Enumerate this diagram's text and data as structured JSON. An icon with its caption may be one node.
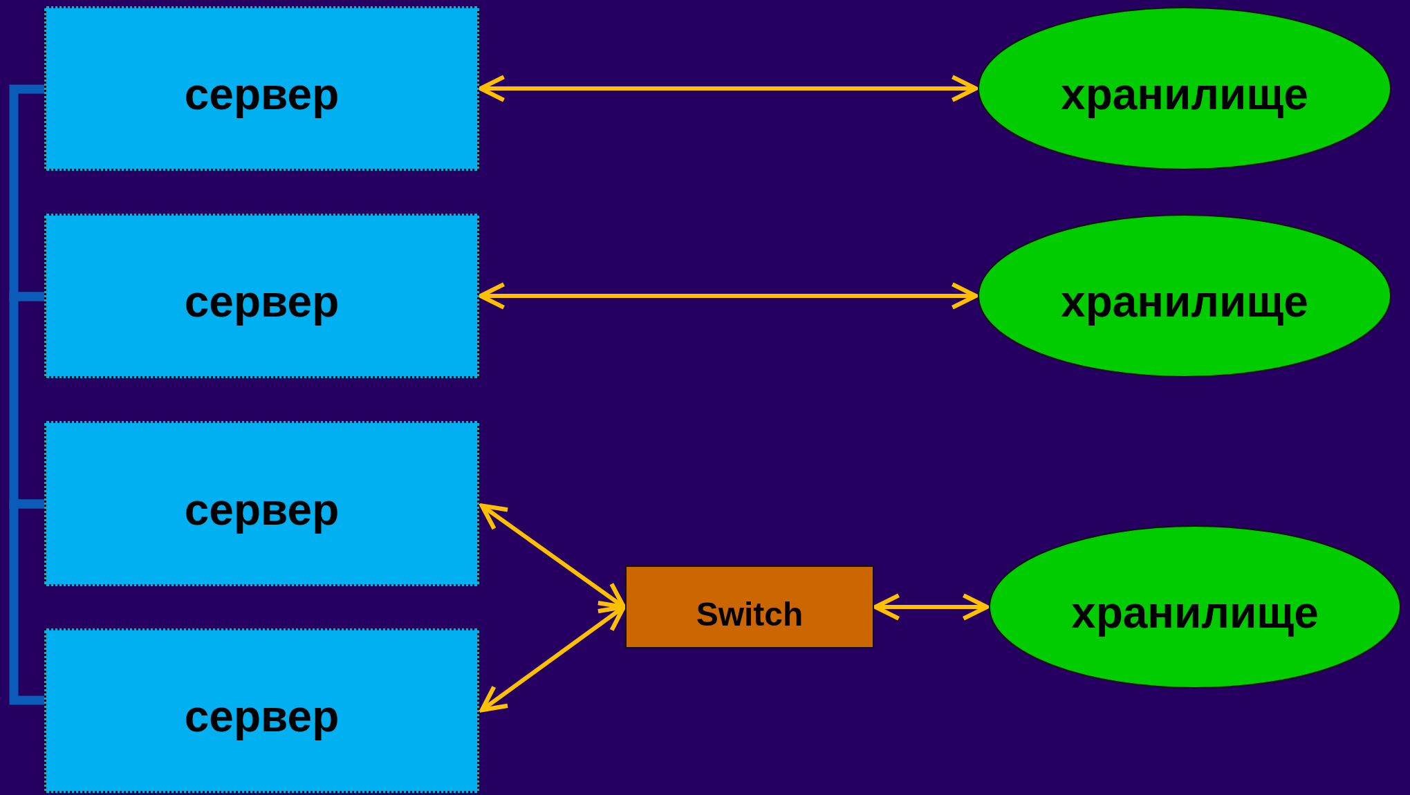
{
  "diagram": {
    "nodes": [
      {
        "text": [
          "сервер"
        ]
      },
      {
        "text": [
          "сервер"
        ]
      },
      {
        "text": [
          "сервер"
        ]
      },
      {
        "text": [
          "сервер"
        ]
      },
      {
        "text": [
          "хранилище"
        ]
      },
      {
        "text": [
          "хранилище"
        ]
      },
      {
        "text": [
          "Switch"
        ]
      },
      {
        "text": [
          "хранилище"
        ]
      }
    ],
    "edges": [
      {
        "from": 0,
        "to": 4,
        "arrow": "both"
      },
      {
        "from": 1,
        "to": 5,
        "arrow": "both"
      },
      {
        "from": 6,
        "to": 2,
        "arrow": "both"
      },
      {
        "from": 6,
        "to": 3,
        "arrow": "both"
      },
      {
        "from": 6,
        "to": 7,
        "arrow": "both"
      },
      {
        "from": 0,
        "to": 1,
        "arrow": "none",
        "style": "thick",
        "color": "#0a5cb8"
      },
      {
        "from": 1,
        "to": 2,
        "arrow": "none",
        "style": "thick",
        "color": "#0a5cb8"
      },
      {
        "from": 2,
        "to": 3,
        "arrow": "none",
        "style": "thick",
        "color": "#0a5cb8"
      }
    ]
  }
}
